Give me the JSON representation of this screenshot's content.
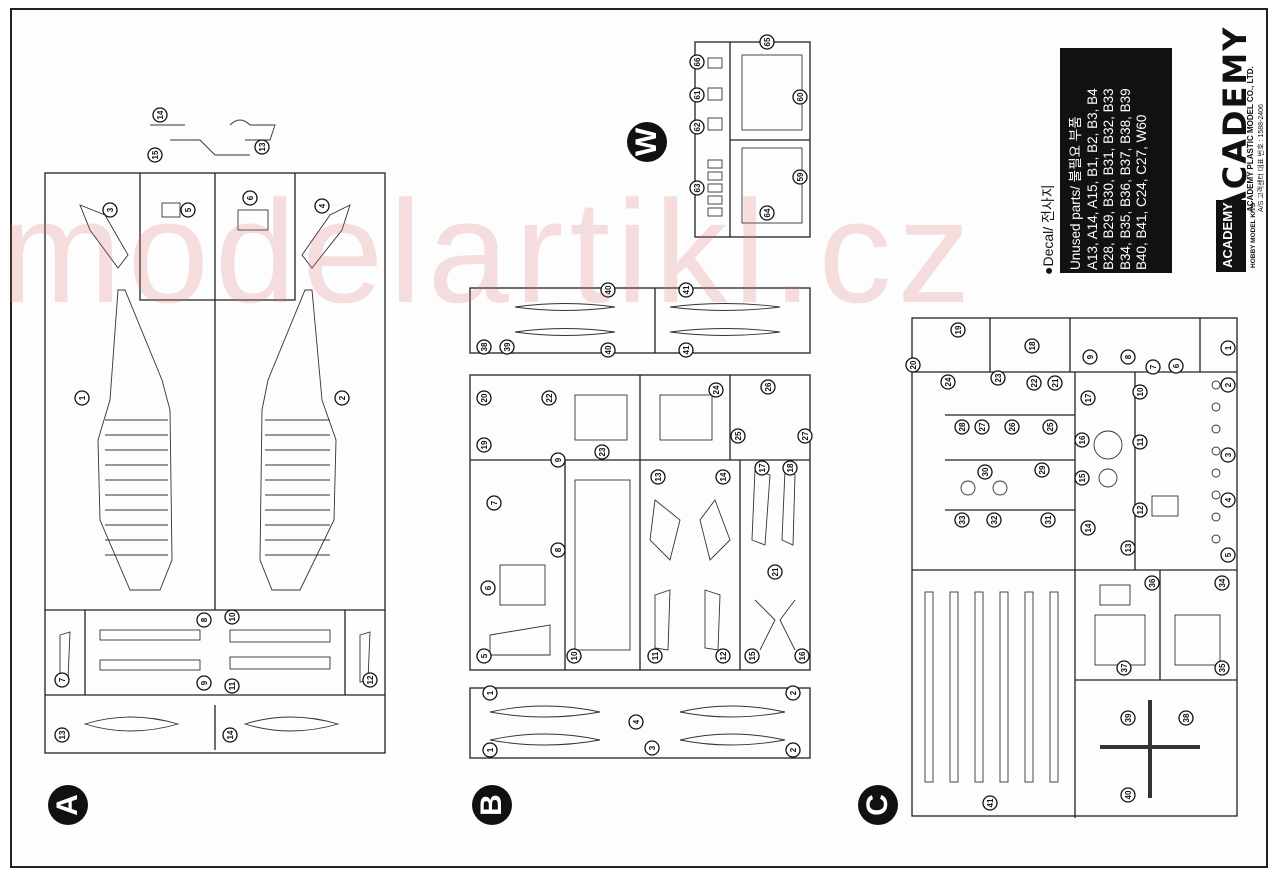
{
  "watermark": "modelartikl.cz",
  "sprues": {
    "A": {
      "letter": "A",
      "numbers": [
        "1",
        "2",
        "3",
        "4",
        "5",
        "6",
        "7",
        "8",
        "9",
        "10",
        "11",
        "12",
        "13",
        "14"
      ]
    },
    "B": {
      "letter": "B",
      "numbers": [
        "1",
        "2",
        "3",
        "4",
        "5",
        "6",
        "7",
        "8",
        "9",
        "10",
        "11",
        "12",
        "13",
        "14",
        "15",
        "16",
        "17",
        "18",
        "19",
        "20",
        "21",
        "22",
        "23",
        "24",
        "25",
        "26",
        "27",
        "38",
        "39",
        "40",
        "41"
      ]
    },
    "C": {
      "letter": "C",
      "numbers": [
        "1",
        "2",
        "3",
        "4",
        "5",
        "6",
        "7",
        "8",
        "9",
        "10",
        "11",
        "12",
        "13",
        "14",
        "15",
        "16",
        "17",
        "18",
        "19",
        "20",
        "21",
        "22",
        "23",
        "24",
        "25",
        "26",
        "27",
        "28",
        "29",
        "30",
        "31",
        "32",
        "33",
        "34",
        "35",
        "36",
        "37",
        "38",
        "39",
        "40",
        "41"
      ]
    },
    "W": {
      "letter": "W",
      "numbers": [
        "59",
        "60",
        "61",
        "62",
        "63",
        "64",
        "65",
        "66"
      ]
    }
  },
  "info": {
    "decal_label": "●Decal/ 전사지",
    "unused_parts": [
      "Unused parts/ 불필요 부품",
      "A13, A14, A15, B1, B2, B3, B4",
      "B28, B29, B30, B31, B32, B33",
      "B34, B35, B36, B37, B38, B39",
      "B40, B41, C24, C27, W60"
    ]
  },
  "brand": {
    "logo": "ACADEMY",
    "company": "ACADEMY PLASTIC MODEL CO., LTD.",
    "as_line": "A/S 고객센터 대표 번호 : 1588-2406",
    "small_logo": "ACADEMY",
    "small_logo_sub": "HOBBY MODEL KITS"
  }
}
